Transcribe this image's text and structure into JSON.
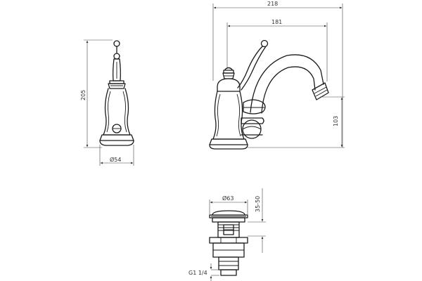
{
  "front_view": {
    "height_label": "205",
    "base_diameter_label": "Ø54"
  },
  "side_view": {
    "overall_width_label": "218",
    "spout_reach_label": "181",
    "spout_height_label": "103"
  },
  "waste_view": {
    "diameter_label": "Ø63",
    "range_label": "35-50",
    "thread_label": "G1 1/4"
  }
}
